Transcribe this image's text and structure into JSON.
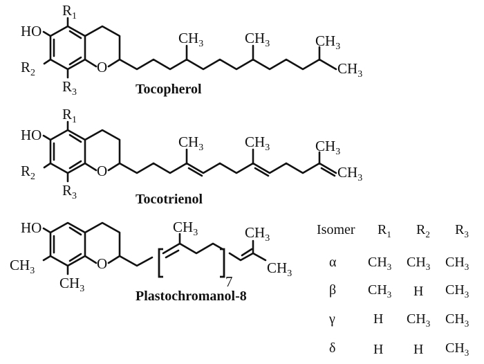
{
  "structures": [
    {
      "name": "Tocopherol",
      "labels": {
        "ho": "HO",
        "o": "O",
        "r1": "R",
        "r1_sub": "1",
        "r2": "R",
        "r2_sub": "2",
        "r3": "R",
        "r3_sub": "3",
        "me1": "CH",
        "me1_sub": "3",
        "me2": "CH",
        "me2_sub": "3",
        "me3": "CH",
        "me3_sub": "3",
        "me4": "CH",
        "me4_sub": "3"
      }
    },
    {
      "name": "Tocotrienol",
      "labels": {
        "ho": "HO",
        "o": "O",
        "r1": "R",
        "r1_sub": "1",
        "r2": "R",
        "r2_sub": "2",
        "r3": "R",
        "r3_sub": "3",
        "me1": "CH",
        "me1_sub": "3",
        "me2": "CH",
        "me2_sub": "3",
        "me3": "CH",
        "me3_sub": "3",
        "me4": "CH",
        "me4_sub": "3"
      }
    },
    {
      "name": "Plastochromanol-8",
      "labels": {
        "ho": "HO",
        "o": "O",
        "ch3_left": "CH",
        "ch3_left_sub": "3",
        "ch3_bottom": "CH",
        "ch3_bottom_sub": "3",
        "me1": "CH",
        "me1_sub": "3",
        "me2": "CH",
        "me2_sub": "3",
        "me3": "CH",
        "me3_sub": "3",
        "repeat": "7"
      }
    }
  ],
  "isomer_table": {
    "headers": [
      {
        "text": "Isomer",
        "sub": ""
      },
      {
        "text": "R",
        "sub": "1"
      },
      {
        "text": "R",
        "sub": "2"
      },
      {
        "text": "R",
        "sub": "3"
      }
    ],
    "rows": [
      {
        "isomer": "α",
        "r1": "CH",
        "r1_sub": "3",
        "r2": "CH",
        "r2_sub": "3",
        "r3": "CH",
        "r3_sub": "3"
      },
      {
        "isomer": "β",
        "r1": "CH",
        "r1_sub": "3",
        "r2": "H",
        "r2_sub": "",
        "r3": "CH",
        "r3_sub": "3"
      },
      {
        "isomer": "γ",
        "r1": "H",
        "r1_sub": "",
        "r2": "CH",
        "r2_sub": "3",
        "r3": "CH",
        "r3_sub": "3"
      },
      {
        "isomer": "δ",
        "r1": "H",
        "r1_sub": "",
        "r2": "H",
        "r2_sub": "",
        "r3": "CH",
        "r3_sub": "3"
      }
    ]
  }
}
